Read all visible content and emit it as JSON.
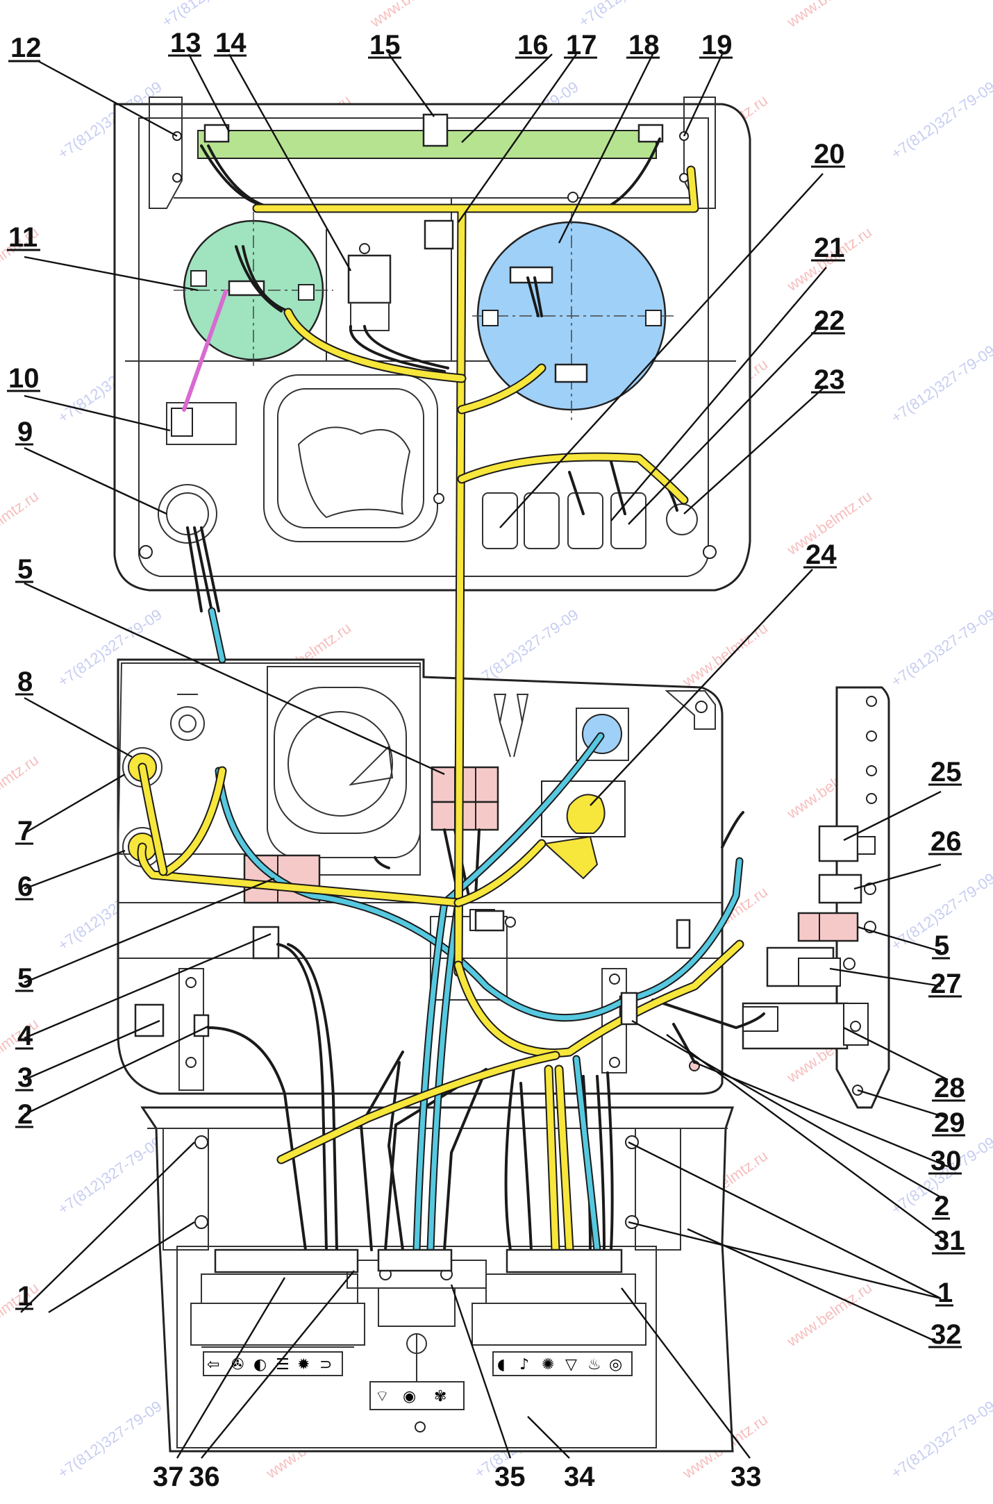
{
  "watermarks": {
    "site": "www.belmtz.ru",
    "phone": "+7(812)327-79-09"
  },
  "colors": {
    "harness_yellow": "#f7e63b",
    "harness_cyan": "#56c9e0",
    "gauge_left": "#9fe3bf",
    "gauge_right": "#9fd0f7",
    "panel_green": "#b6e38f",
    "connector_pink": "#f6c9c9",
    "watermark_red": "#f08a8a"
  },
  "icons": {
    "left_switch_panel": [
      "turn-signal-icon",
      "fan-icon",
      "lamp-icon",
      "beam-icon",
      "beacon-icon",
      "parking-light-icon"
    ],
    "center_switch_panel": [
      "wiper-icon",
      "washer-icon",
      "heater-fan-icon"
    ],
    "right_switch_panel": [
      "headlight-icon",
      "horn-icon",
      "work-light-icon",
      "hazard-icon",
      "rear-light-icon",
      "dimmer-icon"
    ]
  },
  "callouts": [
    {
      "id": "c12",
      "label": "12"
    },
    {
      "id": "c13",
      "label": "13"
    },
    {
      "id": "c14",
      "label": "14"
    },
    {
      "id": "c15",
      "label": "15"
    },
    {
      "id": "c16",
      "label": "16"
    },
    {
      "id": "c17",
      "label": "17"
    },
    {
      "id": "c18",
      "label": "18"
    },
    {
      "id": "c19",
      "label": "19"
    },
    {
      "id": "c20",
      "label": "20"
    },
    {
      "id": "c21",
      "label": "21"
    },
    {
      "id": "c22",
      "label": "22"
    },
    {
      "id": "c23",
      "label": "23"
    },
    {
      "id": "c11",
      "label": "11"
    },
    {
      "id": "c10",
      "label": "10"
    },
    {
      "id": "c9",
      "label": "9"
    },
    {
      "id": "c5a",
      "label": "5"
    },
    {
      "id": "c24",
      "label": "24"
    },
    {
      "id": "c8",
      "label": "8"
    },
    {
      "id": "c25",
      "label": "25"
    },
    {
      "id": "c26",
      "label": "26"
    },
    {
      "id": "c7",
      "label": "7"
    },
    {
      "id": "c6",
      "label": "6"
    },
    {
      "id": "c5b",
      "label": "5"
    },
    {
      "id": "c27",
      "label": "27"
    },
    {
      "id": "c5c",
      "label": "5"
    },
    {
      "id": "c4",
      "label": "4"
    },
    {
      "id": "c3",
      "label": "3"
    },
    {
      "id": "c2a",
      "label": "2"
    },
    {
      "id": "c28",
      "label": "28"
    },
    {
      "id": "c29",
      "label": "29"
    },
    {
      "id": "c30",
      "label": "30"
    },
    {
      "id": "c2b",
      "label": "2"
    },
    {
      "id": "c31",
      "label": "31"
    },
    {
      "id": "c1a",
      "label": "1"
    },
    {
      "id": "c1b",
      "label": "1"
    },
    {
      "id": "c32",
      "label": "32"
    },
    {
      "id": "c37",
      "label": "37"
    },
    {
      "id": "c36",
      "label": "36"
    },
    {
      "id": "c35",
      "label": "35"
    },
    {
      "id": "c34",
      "label": "34"
    },
    {
      "id": "c33",
      "label": "33"
    }
  ]
}
